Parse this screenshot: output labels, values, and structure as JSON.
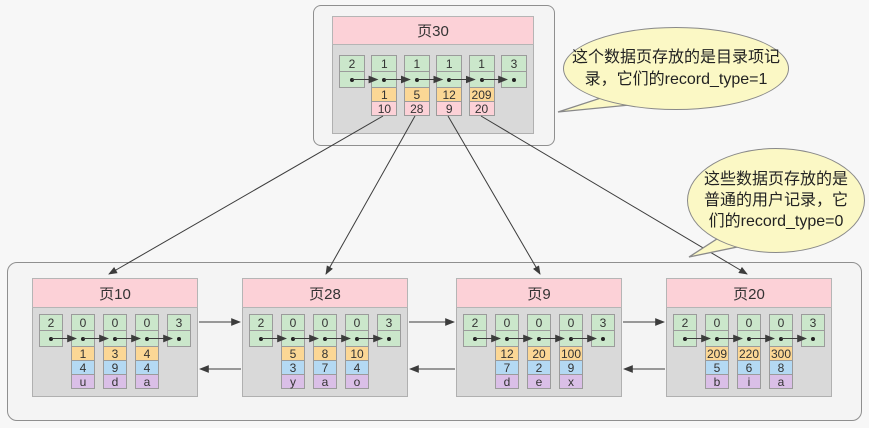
{
  "colors": {
    "background": "#f7f7f7",
    "container_fill": "#f4f4f4",
    "container_border": "#8f8f8f",
    "page_header_pink": "#fcd1d7",
    "body_gray": "#d9d9d9",
    "cell_green": "#cbe7cb",
    "cell_orange": "#fbd795",
    "cell_pink": "#fcd1d7",
    "cell_blue": "#b4d9f3",
    "cell_purple": "#dabfe7",
    "bubble_yellow": "#fbf8c5",
    "line_color": "#3c3c3c"
  },
  "root_page": {
    "title": "页30",
    "records": [
      {
        "type": "2"
      },
      {
        "type": "1",
        "key": "1",
        "page_no": "10"
      },
      {
        "type": "1",
        "key": "5",
        "page_no": "28"
      },
      {
        "type": "1",
        "key": "12",
        "page_no": "9"
      },
      {
        "type": "1",
        "key": "209",
        "page_no": "20"
      },
      {
        "type": "3"
      }
    ]
  },
  "leaf_pages": [
    {
      "title": "页10",
      "records": [
        {
          "type": "2"
        },
        {
          "type": "0",
          "key": "1",
          "col2": "4",
          "col3": "u"
        },
        {
          "type": "0",
          "key": "3",
          "col2": "9",
          "col3": "d"
        },
        {
          "type": "0",
          "key": "4",
          "col2": "4",
          "col3": "a"
        },
        {
          "type": "3"
        }
      ]
    },
    {
      "title": "页28",
      "records": [
        {
          "type": "2"
        },
        {
          "type": "0",
          "key": "5",
          "col2": "3",
          "col3": "y"
        },
        {
          "type": "0",
          "key": "8",
          "col2": "7",
          "col3": "a"
        },
        {
          "type": "0",
          "key": "10",
          "col2": "4",
          "col3": "o"
        },
        {
          "type": "3"
        }
      ]
    },
    {
      "title": "页9",
      "records": [
        {
          "type": "2"
        },
        {
          "type": "0",
          "key": "12",
          "col2": "7",
          "col3": "d"
        },
        {
          "type": "0",
          "key": "20",
          "col2": "2",
          "col3": "e"
        },
        {
          "type": "0",
          "key": "100",
          "col2": "9",
          "col3": "x"
        },
        {
          "type": "3"
        }
      ]
    },
    {
      "title": "页20",
      "records": [
        {
          "type": "2"
        },
        {
          "type": "0",
          "key": "209",
          "col2": "5",
          "col3": "b"
        },
        {
          "type": "0",
          "key": "220",
          "col2": "6",
          "col3": "i"
        },
        {
          "type": "0",
          "key": "300",
          "col2": "8",
          "col3": "a"
        },
        {
          "type": "3"
        }
      ]
    }
  ],
  "callouts": {
    "directory": {
      "line1": "这个数据页存放的是目录项记",
      "line2": "录，它们的record_type=1"
    },
    "user": {
      "line1": "这些数据页存放的是",
      "line2": "普通的用户记录，它",
      "line3": "们的record_type=0"
    }
  }
}
